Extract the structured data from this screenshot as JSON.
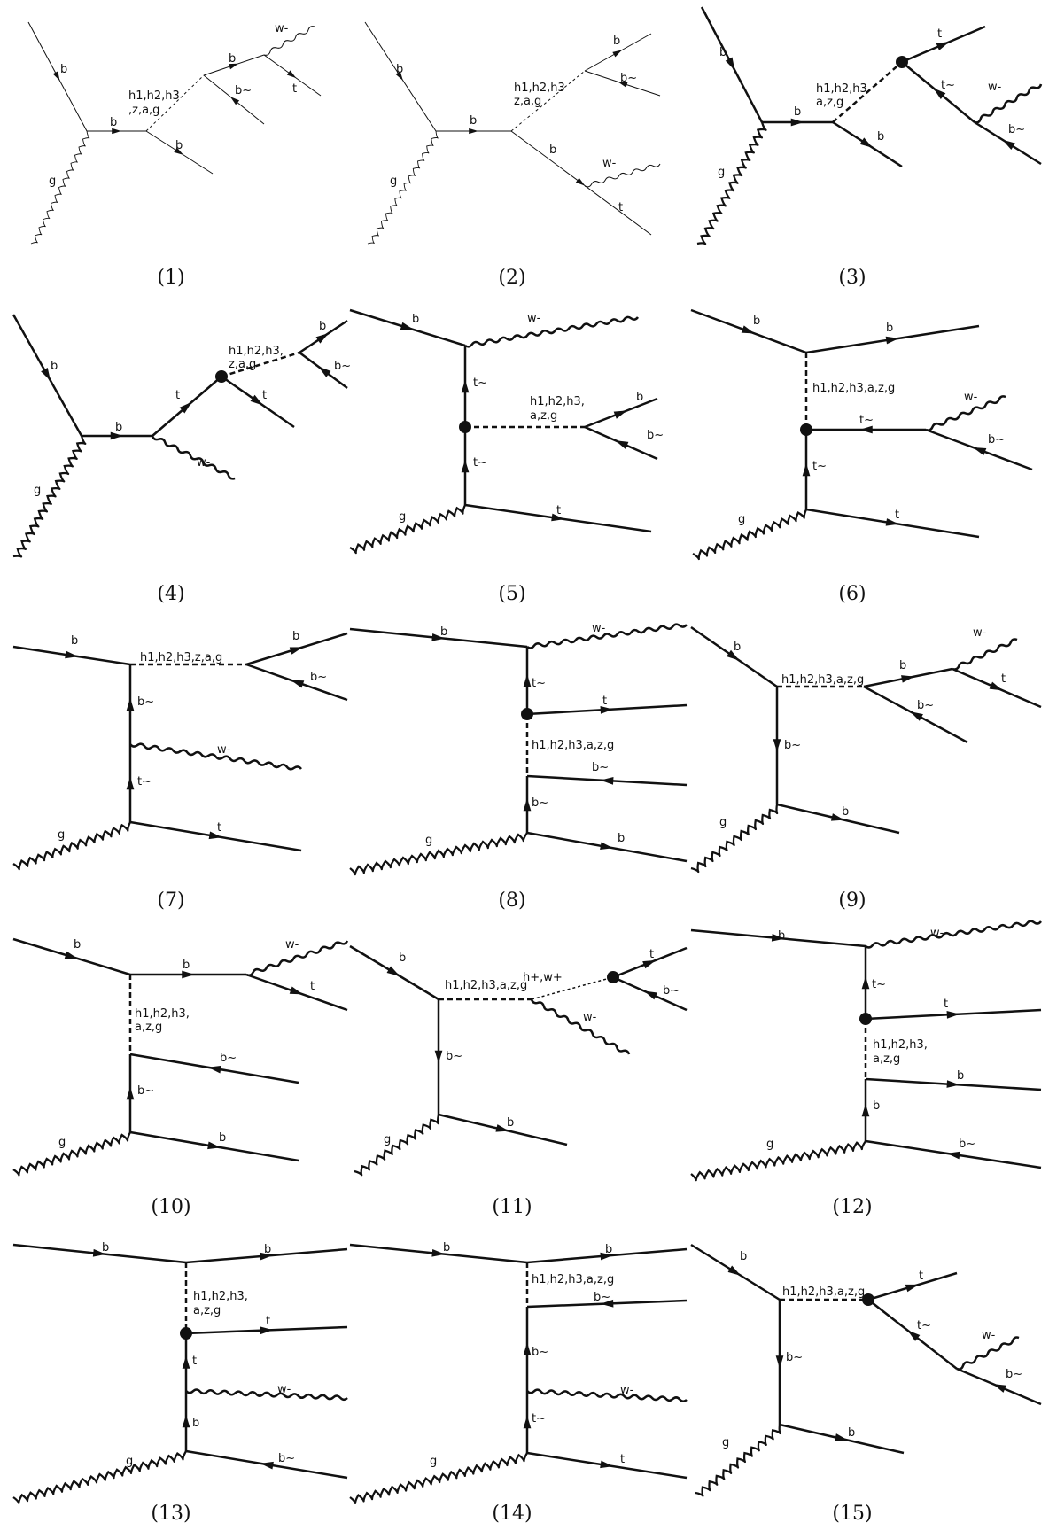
{
  "figure": {
    "panels": [
      {
        "caption": "(1)",
        "labels": [
          "b",
          "h1,h2,h3",
          ",z,a,g",
          "b",
          "b",
          "w-",
          "t",
          "b~",
          "b",
          "g"
        ]
      },
      {
        "caption": "(2)",
        "labels": [
          "b",
          "h1,h2,h3",
          "z,a,g",
          "b",
          "b",
          "b~",
          "b",
          "w-",
          "t",
          "g"
        ]
      },
      {
        "caption": "(3)",
        "labels": [
          "b",
          "h1,h2,h3",
          "a,z,g",
          "b",
          "t",
          "t~",
          "w-",
          "b~",
          "b",
          "g"
        ]
      },
      {
        "caption": "(4)",
        "labels": [
          "b",
          "b",
          "t",
          "h1,h2,h3,",
          "z,a,g",
          "b",
          "b~",
          "t",
          "w-",
          "g"
        ]
      },
      {
        "caption": "(5)",
        "labels": [
          "b",
          "w-",
          "t~",
          "h1,h2,h3,",
          "a,z,g",
          "b",
          "b~",
          "t~",
          "g",
          "t"
        ]
      },
      {
        "caption": "(6)",
        "labels": [
          "b",
          "b",
          "h1,h2,h3,a,z,g",
          "w-",
          "t~",
          "b~",
          "t~",
          "g",
          "t"
        ]
      },
      {
        "caption": "(7)",
        "labels": [
          "b",
          "h1,h2,h3,z,a,g",
          "b",
          "b~",
          "b~",
          "w-",
          "t~",
          "g",
          "t"
        ]
      },
      {
        "caption": "(8)",
        "labels": [
          "b",
          "w-",
          "t~",
          "t",
          "h1,h2,h3,a,z,g",
          "b~",
          "b~",
          "g",
          "b"
        ]
      },
      {
        "caption": "(9)",
        "labels": [
          "b",
          "h1,h2,h3,a,z,g",
          "b",
          "w-",
          "t",
          "b~",
          "b~",
          "g",
          "b"
        ]
      },
      {
        "caption": "(10)",
        "labels": [
          "b",
          "b",
          "w-",
          "t",
          "h1,h2,h3,",
          "a,z,g",
          "b~",
          "b~",
          "g",
          "b"
        ]
      },
      {
        "caption": "(11)",
        "labels": [
          "b",
          "h1,h2,h3,a,z,g",
          "h+,w+",
          "t",
          "b~",
          "w-",
          "b~",
          "g",
          "b"
        ]
      },
      {
        "caption": "(12)",
        "labels": [
          "b",
          "w-",
          "t~",
          "t",
          "h1,h2,h3,",
          "a,z,g",
          "b",
          "b",
          "g",
          "b~"
        ]
      },
      {
        "caption": "(13)",
        "labels": [
          "b",
          "b",
          "h1,h2,h3,",
          "a,z,g",
          "t",
          "t",
          "w-",
          "b",
          "g",
          "b~"
        ]
      },
      {
        "caption": "(14)",
        "labels": [
          "b",
          "b",
          "h1,h2,h3,a,z,g",
          "b~",
          "b~",
          "w-",
          "t~",
          "g",
          "t"
        ]
      },
      {
        "caption": "(15)",
        "labels": [
          "b",
          "h1,h2,h3,a,z,g",
          "t",
          "t~",
          "w-",
          "b~",
          "b~",
          "g",
          "b"
        ]
      }
    ]
  }
}
